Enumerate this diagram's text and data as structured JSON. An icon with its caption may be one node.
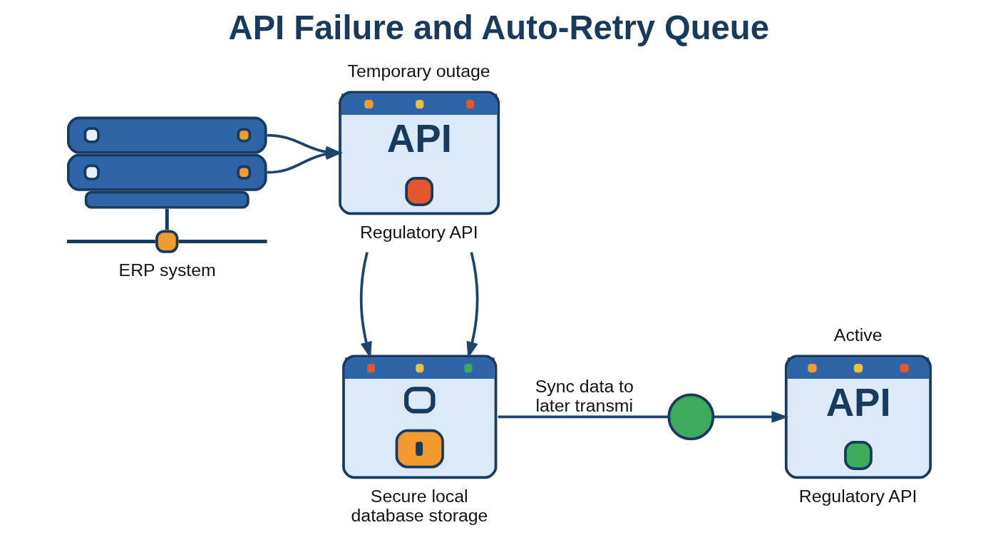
{
  "diagram": {
    "title": "API Failure and Auto-Retry Queue",
    "nodes": [
      {
        "text": [
          "ERP system"
        ]
      },
      {
        "text": [
          "API",
          "Regulatory API"
        ],
        "beside": [
          "Temporary outage"
        ]
      },
      {
        "text": [
          "API",
          "Regulatory API"
        ],
        "beside": [
          "Active"
        ]
      },
      {
        "text": [
          "Secure local database storage"
        ]
      },
      {
        "text": [],
        "shape": "circle"
      }
    ],
    "edges": [
      {
        "from": 0,
        "to": 1,
        "arrow": "to"
      },
      {
        "from": 0,
        "to": 1,
        "arrow": "to"
      },
      {
        "from": 1,
        "to": 3,
        "arrow": "to"
      },
      {
        "from": 1,
        "to": 3,
        "arrow": "to"
      },
      {
        "from": 3,
        "to": 4,
        "arrow": "none",
        "label": "Sync data to later transmi"
      },
      {
        "from": 4,
        "to": 2,
        "arrow": "to"
      }
    ]
  }
}
